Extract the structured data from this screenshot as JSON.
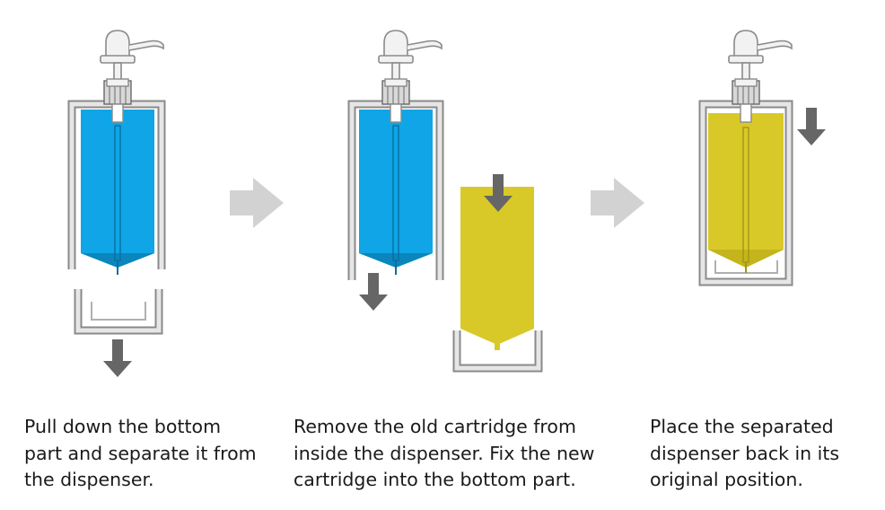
{
  "steps": [
    {
      "id": 1,
      "caption_lines": [
        "Pull down the bottom",
        "part and separate it from",
        "the dispenser."
      ]
    },
    {
      "id": 2,
      "caption_lines": [
        "Remove the old cartridge from",
        "inside the dispenser. Fix the new",
        "cartridge into the bottom part."
      ]
    },
    {
      "id": 3,
      "caption_lines": [
        "Place the separated",
        "dispenser back in its",
        "original position."
      ]
    }
  ],
  "colors": {
    "old_cartridge": "#0fa5e6",
    "old_cartridge_dark": "#0a86bd",
    "new_cartridge": "#d9c928",
    "new_cartridge_dark": "#b5a616",
    "housing_fill": "#e4e4e4",
    "housing_stroke": "#767676",
    "arrow_dark": "#666666",
    "arrow_light": "#d2d2d2",
    "pump": "#8a8a8a"
  },
  "icons": {
    "pump": "pump-icon",
    "move_down": "arrow-down-icon",
    "next_step": "arrow-right-icon"
  }
}
